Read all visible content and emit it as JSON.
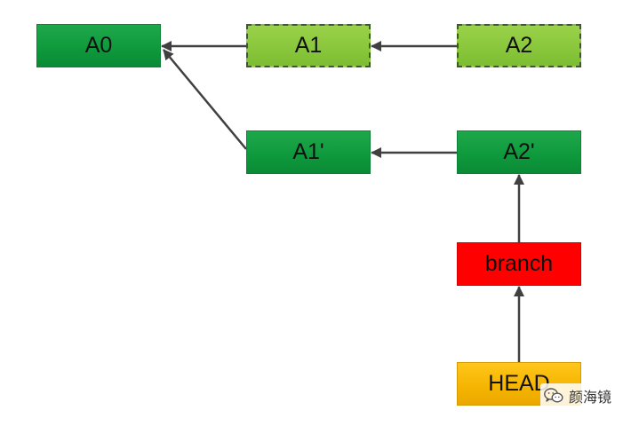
{
  "nodes": {
    "a0": "A0",
    "a1": "A1",
    "a2": "A2",
    "a1_prime": "A1'",
    "a2_prime": "A2'",
    "branch": "branch",
    "head": "HEAD"
  },
  "colors": {
    "commit_green": "#0f9a3d",
    "orphan_green": "#88c63b",
    "branch_red": "#ff0000",
    "head_yellow": "#f5b400",
    "arrow": "#404040"
  },
  "watermark": {
    "icon": "wechat-icon",
    "text": "颜海镜"
  }
}
